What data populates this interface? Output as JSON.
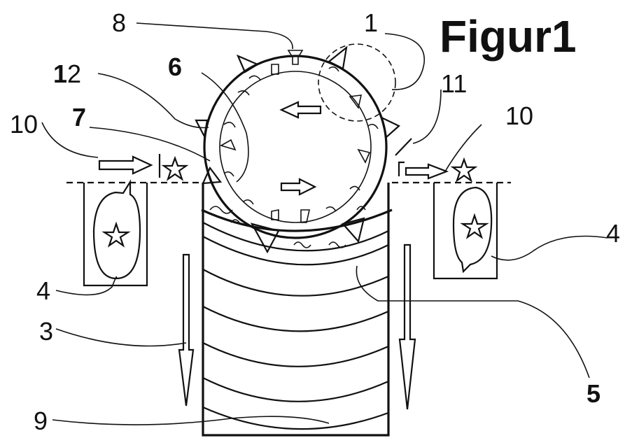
{
  "title": "Figur1",
  "labels": {
    "l1": "1",
    "l3": "3",
    "l4_left": "4",
    "l4_right": "4",
    "l5": "5",
    "l6": "6",
    "l7": "7",
    "l8": "8",
    "l9": "9",
    "l10_left": "10",
    "l10_right": "10",
    "l11": "11",
    "l12_bold": "1",
    "l12_rest": "2"
  },
  "colors": {
    "ink": "#111111",
    "paper": "#ffffff"
  },
  "icons": [
    "star-icon",
    "arrow-right-icon",
    "arrow-left-icon",
    "arrow-down-icon"
  ]
}
